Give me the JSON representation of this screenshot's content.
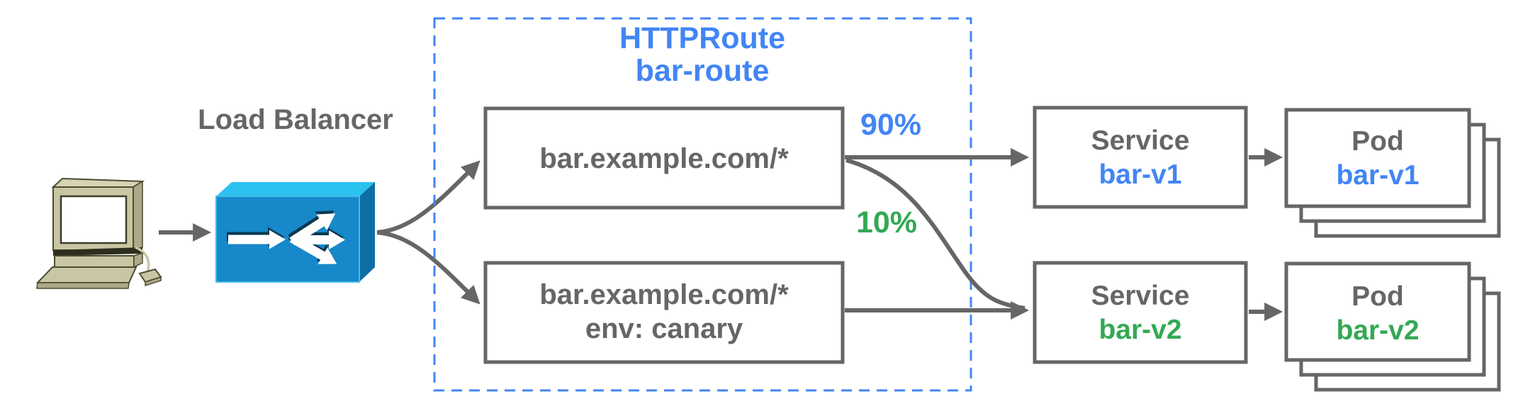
{
  "lb_label": "Load Balancer",
  "httproute": {
    "title": "HTTPRoute",
    "name": "bar-route",
    "rule1_match": "bar.example.com/*",
    "rule2_match_line1": "bar.example.com/*",
    "rule2_match_line2": "env: canary",
    "weight_to_v1": "90%",
    "weight_to_v2": "10%"
  },
  "services": [
    {
      "label": "Service",
      "name": "bar-v1"
    },
    {
      "label": "Service",
      "name": "bar-v2"
    }
  ],
  "pods": [
    {
      "label": "Pod",
      "name": "bar-v1"
    },
    {
      "label": "Pod",
      "name": "bar-v2"
    }
  ],
  "colors": {
    "accent_blue": "#4285F4",
    "accent_green": "#34A853",
    "text_gray": "#666666",
    "box_border_gray": "#666666",
    "lb_top": "#2BC2F0",
    "lb_front": "#1788C9",
    "lb_side": "#0C6EA4",
    "computer_body": "#C9C6A3",
    "background": "#FFFFFF"
  }
}
